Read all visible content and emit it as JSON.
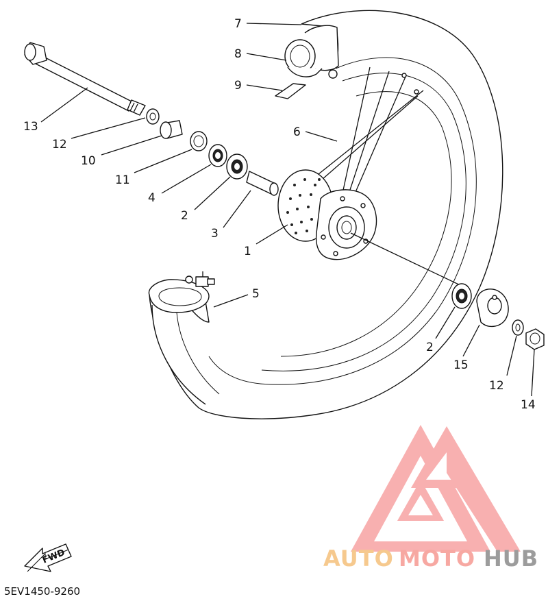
{
  "diagram": {
    "part_code": "5EV1450-9260",
    "callouts": {
      "c1": "1",
      "c2a": "2",
      "c2b": "2",
      "c3": "3",
      "c4": "4",
      "c5": "5",
      "c6": "6",
      "c7": "7",
      "c8": "8",
      "c9": "9",
      "c10": "10",
      "c11": "11",
      "c12a": "12",
      "c12b": "12",
      "c13": "13",
      "c14": "14",
      "c15": "15"
    },
    "fwd_label": "FWD"
  },
  "watermark": {
    "brand_a": "AUTO",
    "brand_b": "MOTO",
    "brand_c": "HUB",
    "colors": {
      "auto": "#f6c98e",
      "moto": "#f7a8a2",
      "hub": "#9c9c9c",
      "logo": "#f49a9a"
    }
  }
}
